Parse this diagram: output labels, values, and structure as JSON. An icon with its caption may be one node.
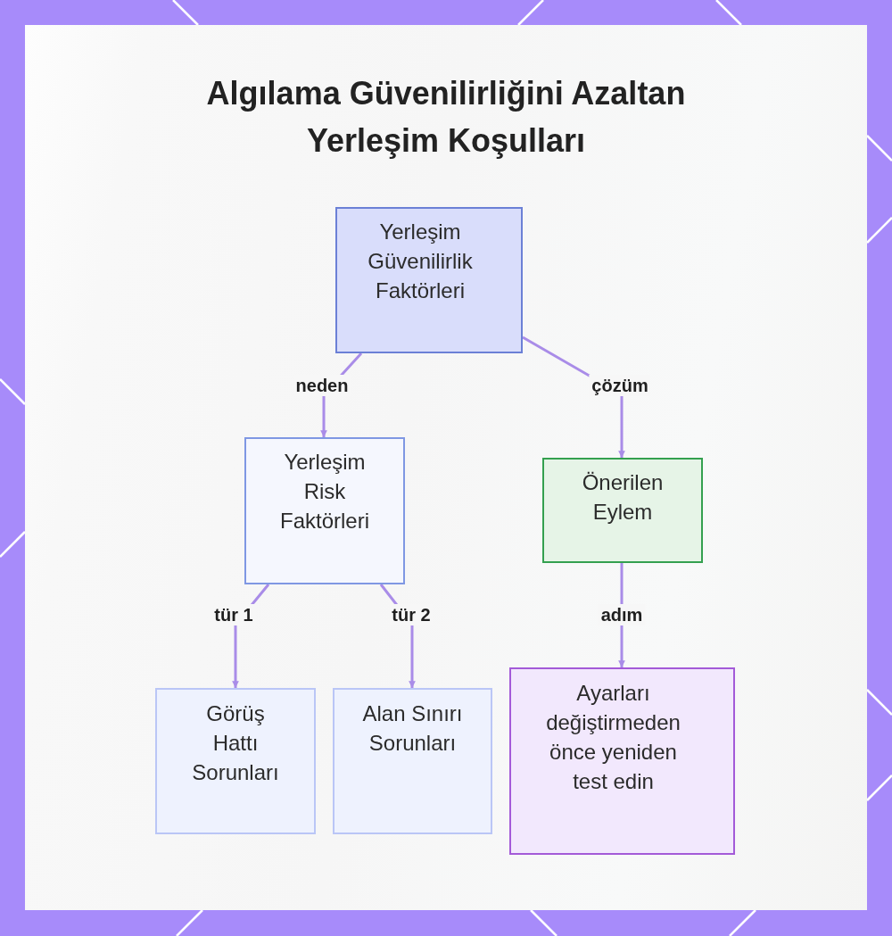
{
  "diagram": {
    "title": "Algılama Güvenilirliğini Azaltan Yerleşim Koşulları",
    "nodes": [
      {
        "text": [
          "Yerleşim Güvenilirlik Faktörleri"
        ]
      },
      {
        "text": [
          "Yerleşim Risk Faktörleri"
        ]
      },
      {
        "text": [
          "Önerilen Eylem"
        ]
      },
      {
        "text": [
          "Görüş Hattı Sorunları"
        ]
      },
      {
        "text": [
          "Alan Sınırı Sorunları"
        ]
      },
      {
        "text": [
          "Ayarları değiştirmeden önce yeniden test edin"
        ]
      }
    ],
    "edges": [
      {
        "from": 0,
        "to": 1,
        "arrow": "to",
        "label": "neden"
      },
      {
        "from": 0,
        "to": 2,
        "arrow": "to",
        "label": "çözüm"
      },
      {
        "from": 1,
        "to": 3,
        "arrow": "to",
        "label": "tür 1"
      },
      {
        "from": 1,
        "to": 4,
        "arrow": "to",
        "label": "tür 2"
      },
      {
        "from": 2,
        "to": 5,
        "arrow": "to",
        "label": "adım"
      }
    ]
  }
}
